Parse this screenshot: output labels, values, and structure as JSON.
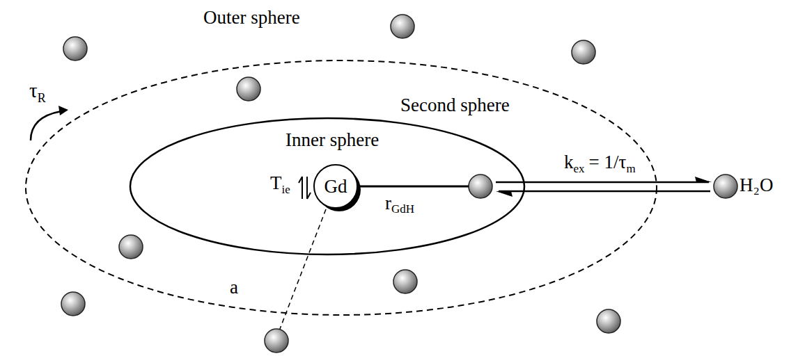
{
  "diagram": {
    "nodes": [
      {
        "text": [
          "Second sphere"
        ]
      },
      {
        "text": [
          "Inner sphere"
        ],
        "in": 0
      },
      {
        "text": [
          "Gd"
        ],
        "in": 1
      },
      {
        "text": [
          "H₂O"
        ]
      }
    ],
    "labels": [
      "Outer sphere",
      "τ",
      "R",
      "T",
      "ie",
      "r",
      "GdH",
      "k",
      "ex",
      "= 1/τ",
      "m",
      "a"
    ]
  }
}
